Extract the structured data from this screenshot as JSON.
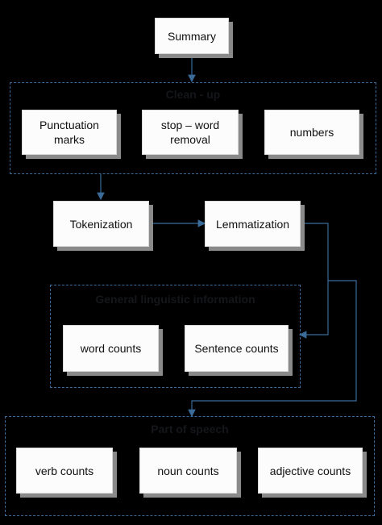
{
  "nodes": {
    "summary": "Summary",
    "punctuation": "Punctuation marks",
    "stopword": "stop – word removal",
    "numbers": "numbers",
    "tokenization": "Tokenization",
    "lemmatization": "Lemmatization",
    "word_counts": "word counts",
    "sentence_counts": "Sentence counts",
    "verb_counts": "verb counts",
    "noun_counts": "noun counts",
    "adjective_counts": "adjective counts"
  },
  "groups": {
    "cleanup": "Clean - up",
    "linguistic": "General linguistic information",
    "pos": "Part of speech"
  },
  "colors": {
    "background": "#000000",
    "box_fill": "#fcfcfc",
    "box_shadow": "#8a8a8a",
    "connector": "#3a6b99"
  }
}
